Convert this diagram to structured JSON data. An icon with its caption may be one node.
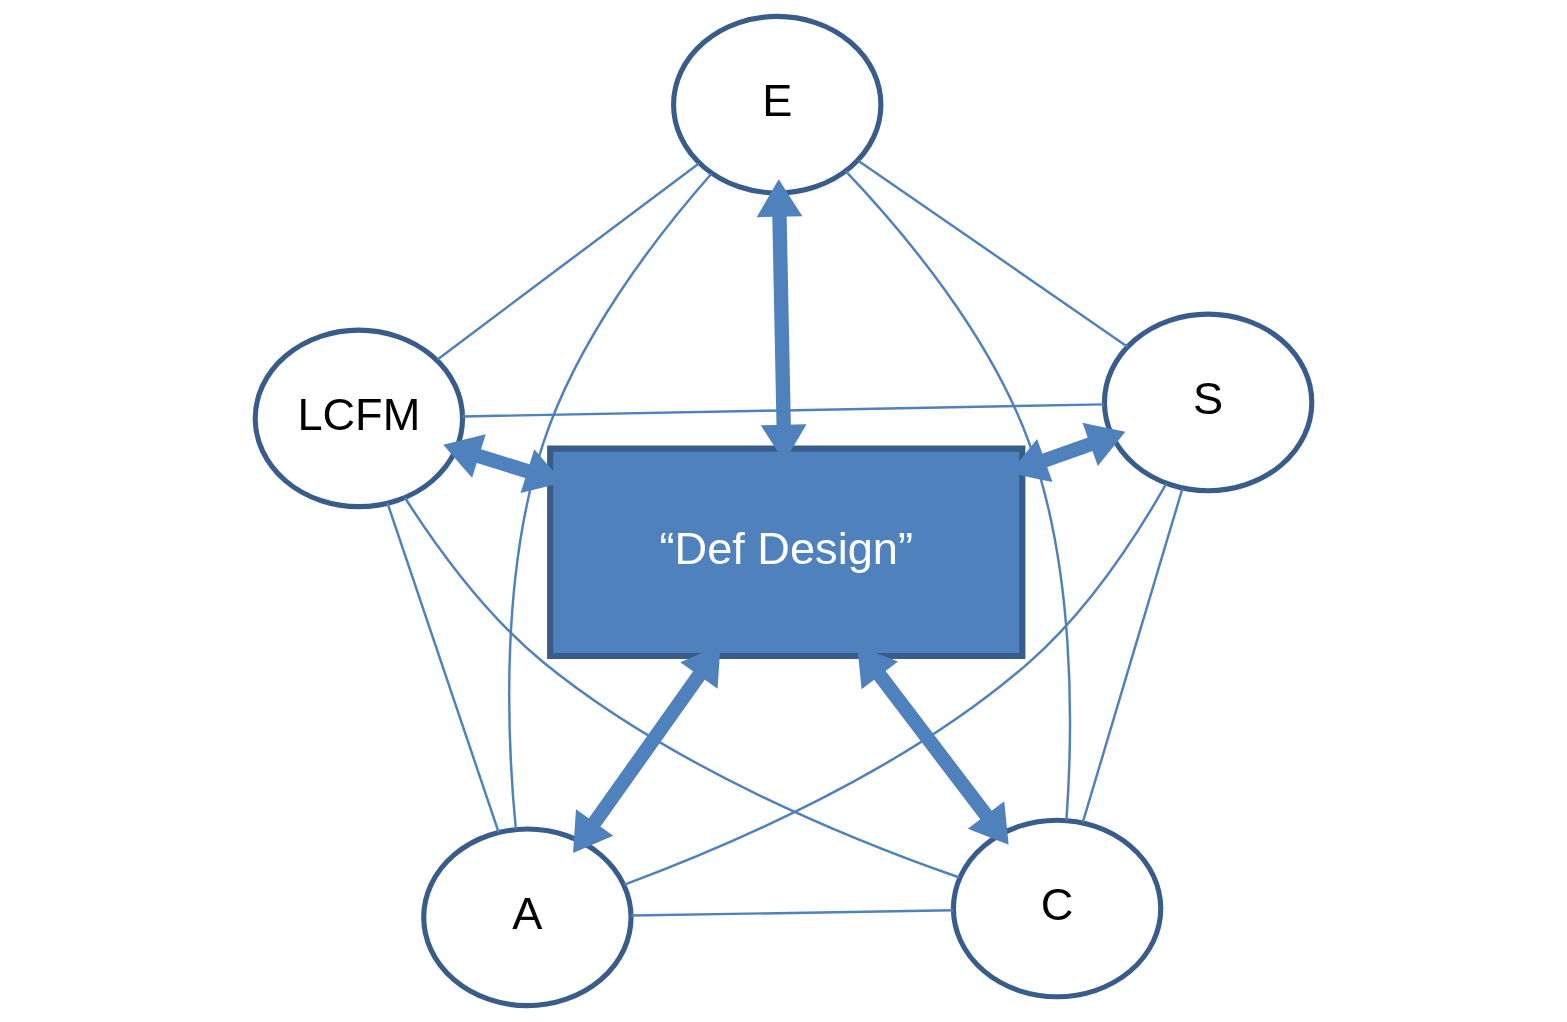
{
  "diagram": {
    "nodes": [
      {
        "text": [
          "A"
        ]
      },
      {
        "text": [
          "C"
        ]
      },
      {
        "text": [
          "“Def Design”"
        ]
      },
      {
        "text": [
          "E"
        ]
      },
      {
        "text": [
          "S"
        ]
      },
      {
        "text": [
          "LCFM"
        ]
      }
    ],
    "edges": [
      {
        "from": 0,
        "to": 1,
        "arrow": "none"
      },
      {
        "from": 0,
        "to": 3,
        "arrow": "none"
      },
      {
        "from": 0,
        "to": 4,
        "arrow": "none"
      },
      {
        "from": 0,
        "to": 5,
        "arrow": "none"
      },
      {
        "from": 1,
        "to": 3,
        "arrow": "none"
      },
      {
        "from": 1,
        "to": 4,
        "arrow": "none"
      },
      {
        "from": 1,
        "to": 5,
        "arrow": "none"
      },
      {
        "from": 3,
        "to": 4,
        "arrow": "none"
      },
      {
        "from": 3,
        "to": 5,
        "arrow": "none"
      },
      {
        "from": 4,
        "to": 5,
        "arrow": "none"
      },
      {
        "from": 0,
        "to": 2,
        "arrow": "both",
        "style": "thick"
      },
      {
        "from": 1,
        "to": 2,
        "arrow": "both",
        "style": "thick"
      },
      {
        "from": 3,
        "to": 2,
        "arrow": "both",
        "style": "thick"
      },
      {
        "from": 4,
        "to": 2,
        "arrow": "both",
        "style": "thick"
      },
      {
        "from": 5,
        "to": 2,
        "arrow": "both",
        "style": "thick"
      }
    ]
  }
}
